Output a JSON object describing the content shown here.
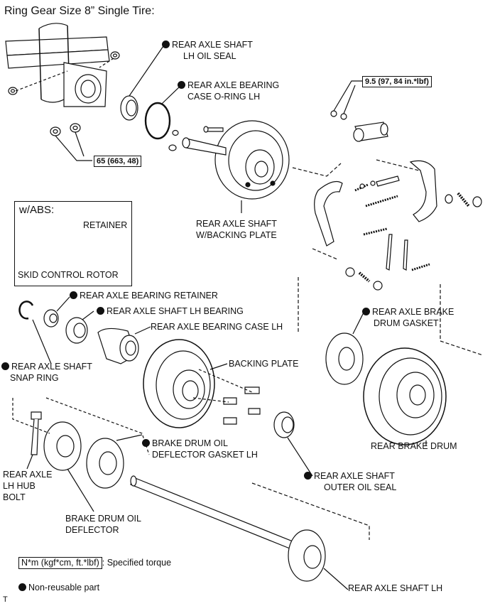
{
  "title": "Ring Gear Size 8” Single Tire:",
  "torques": {
    "t1": "65 (663, 48)",
    "t2": "9.5 (97, 84 in.*lbf)"
  },
  "abs_box": {
    "heading": "w/ABS:",
    "retainer": "RETAINER",
    "rotor": "SKID CONTROL ROTOR"
  },
  "labels": {
    "lh_oil_seal_1": "REAR AXLE SHAFT",
    "lh_oil_seal_2": "LH OIL SEAL",
    "oring_1": "REAR AXLE BEARING",
    "oring_2": "CASE O-RING LH",
    "shaft_wbp_1": "REAR AXLE SHAFT",
    "shaft_wbp_2": "W/BACKING PLATE",
    "bearing_retainer": "REAR AXLE BEARING RETAINER",
    "shaft_lh_bearing": "REAR AXLE SHAFT LH BEARING",
    "bearing_case_lh": "REAR AXLE BEARING CASE LH",
    "snap_ring_1": "REAR AXLE SHAFT",
    "snap_ring_2": "SNAP RING",
    "backing_plate": "BACKING PLATE",
    "drum_gasket_1": "REAR AXLE BRAKE",
    "drum_gasket_2": "DRUM GASKET",
    "brake_drum": "REAR BRAKE DRUM",
    "deflector_gasket_1": "BRAKE DRUM OIL",
    "deflector_gasket_2": "DEFLECTOR GASKET LH",
    "hub_bolt_1": "REAR AXLE",
    "hub_bolt_2": "LH HUB",
    "hub_bolt_3": "BOLT",
    "outer_seal_1": "REAR AXLE SHAFT",
    "outer_seal_2": "OUTER OIL SEAL",
    "deflector_1": "BRAKE DRUM OIL",
    "deflector_2": "DEFLECTOR",
    "shaft_lh": "REAR AXLE SHAFT LH"
  },
  "legend": {
    "torque_box": "N*m (kgf*cm, ft.*lbf)",
    "torque_text": ": Specified torque",
    "nonreusable": "Non-reusable part"
  },
  "corner_mark": "T"
}
